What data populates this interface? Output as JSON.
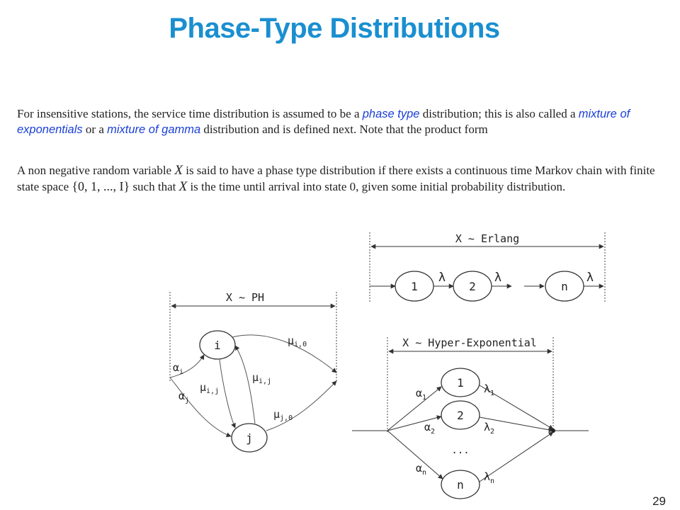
{
  "slide": {
    "title": "Phase-Type Distributions",
    "page_number": "29"
  },
  "paragraph1": {
    "part1": "For insensitive stations, the service time distribution is assumed to be a ",
    "link1": "phase type",
    "part2": " distribution; this is also called a ",
    "link2": "mixture of exponentials",
    "part3": " or a ",
    "link3": "mixture of gamma",
    "part4": " distribution and is defined next.  Note that the product form"
  },
  "paragraph2": {
    "part1": "A non negative random variable ",
    "var_x": "X",
    "part2": " is said to have a phase type distribution if there exists a continuous time Markov chain with finite state space ",
    "state_space": "{0, 1, ..., I}",
    "part3": " such that ",
    "var_x2": "X",
    "part4": " is the time until arrival into state 0, given some initial probability distribution."
  },
  "erlang": {
    "label": "X ~ Erlang",
    "nodes": [
      "1",
      "2",
      "n"
    ],
    "rate": "λ"
  },
  "ph": {
    "label": "X ~ PH",
    "node_i": "i",
    "node_j": "j",
    "alpha_i": "α",
    "alpha_i_sub": "i",
    "alpha_j": "α",
    "alpha_j_sub": "j",
    "mu": "μ",
    "mu_i0_sub": "i,0",
    "mu_ij_sub": "i,j",
    "mu_j0_sub": "j,0"
  },
  "hyper": {
    "label": "X ~ Hyper-Exponential",
    "nodes": [
      "1",
      "2",
      "n"
    ],
    "ellipsis": "...",
    "alpha": "α",
    "lambda": "λ",
    "subs": [
      "1",
      "2",
      "n"
    ]
  },
  "colors": {
    "title": "#1a8fd0",
    "highlight": "#1a3fd6"
  }
}
